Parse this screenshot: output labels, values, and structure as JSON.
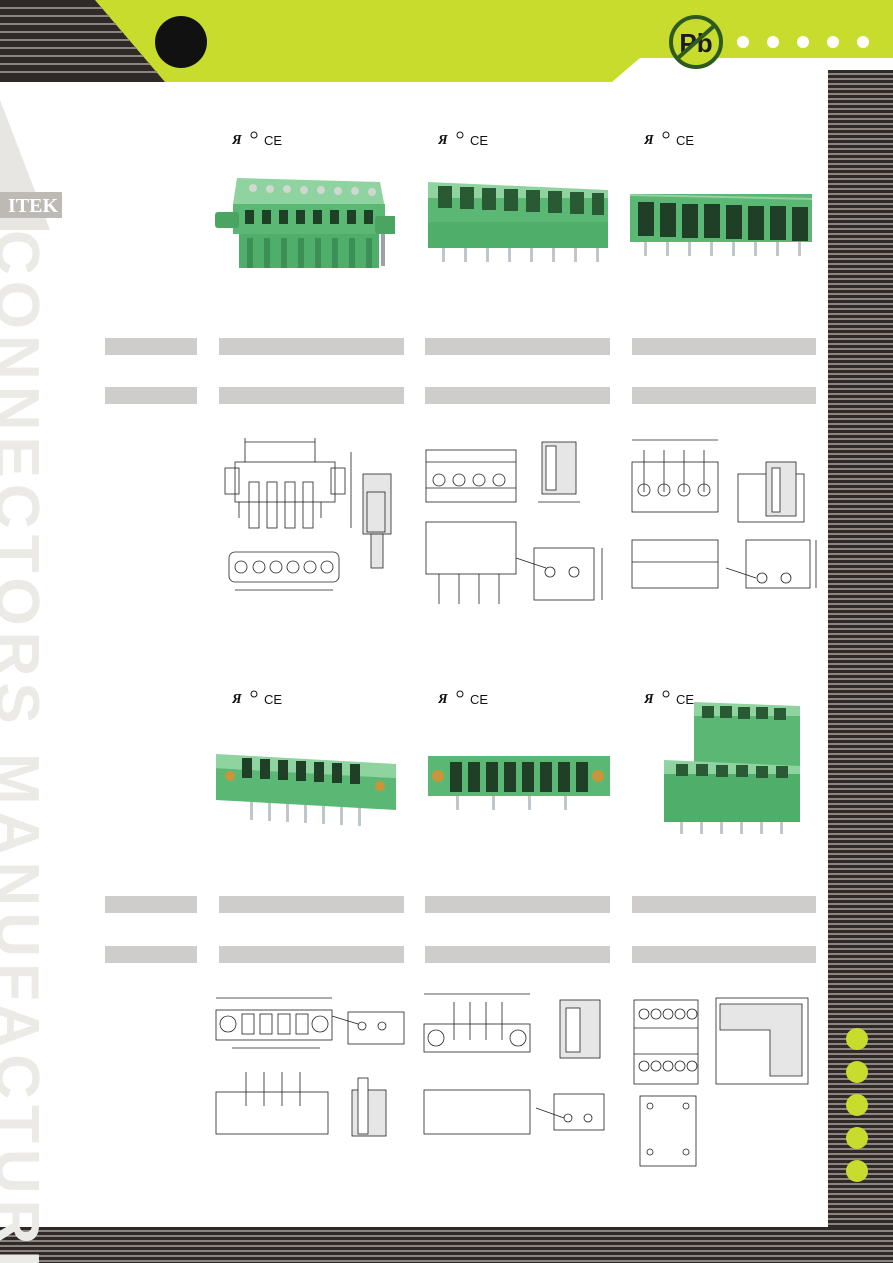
{
  "brand": {
    "accent_color": "#c8dc2e",
    "stripe_color": "#2f2a27",
    "watermark_text": "CONNECTORS  MANUFACTURE",
    "watermark_logo_text": "ITEK",
    "lead_free_badge": "Pb"
  },
  "products": [
    {
      "certifications": "UL CE",
      "photo_icon": "pluggable-female-terminal-block-with-flange"
    },
    {
      "certifications": "UL CE",
      "photo_icon": "pcb-header-closed-ends"
    },
    {
      "certifications": "UL CE",
      "photo_icon": "pcb-header-open-ends"
    },
    {
      "certifications": "UL CE",
      "photo_icon": "pcb-header-with-flanges"
    },
    {
      "certifications": "UL CE",
      "photo_icon": "pcb-header-flange-brass-inserts"
    },
    {
      "certifications": "UL CE",
      "photo_icon": "double-deck-header"
    }
  ],
  "icons": {
    "header_circle": "black-circle-icon",
    "pb_free": "pb-free-icon",
    "ul_mark": "ul-icon",
    "ce_mark": "ce-icon"
  }
}
